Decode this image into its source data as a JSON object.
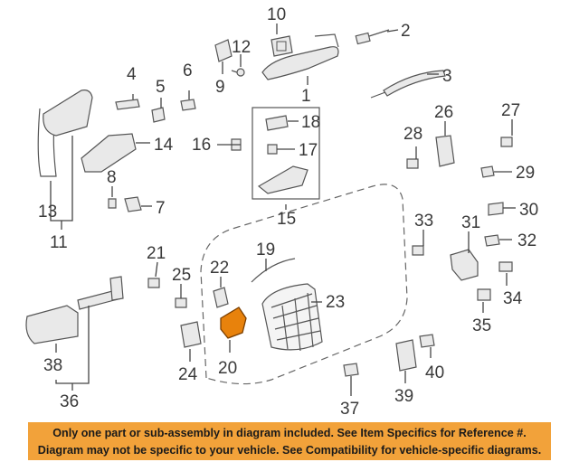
{
  "callouts": {
    "c1": "1",
    "c2": "2",
    "c3": "3",
    "c4": "4",
    "c5": "5",
    "c6": "6",
    "c7": "7",
    "c8": "8",
    "c9": "9",
    "c10": "10",
    "c11": "11",
    "c12": "12",
    "c13": "13",
    "c14": "14",
    "c15": "15",
    "c16": "16",
    "c17": "17",
    "c18": "18",
    "c19": "19",
    "c20": "20",
    "c21": "21",
    "c22": "22",
    "c23": "23",
    "c24": "24",
    "c25": "25",
    "c26": "26",
    "c27": "27",
    "c28": "28",
    "c29": "29",
    "c30": "30",
    "c31": "31",
    "c32": "32",
    "c33": "33",
    "c34": "34",
    "c35": "35",
    "c36": "36",
    "c37": "37",
    "c38": "38",
    "c39": "39",
    "c40": "40"
  },
  "highlight": {
    "part": "20",
    "color": "#e8820c"
  },
  "disclaimer": {
    "line1": "Only one part or sub-assembly in diagram included. See Item Specifics for Reference #.",
    "line2": "Diagram may not be specific to your vehicle. See Compatibility for vehicle-specific diagrams.",
    "background": "#f2a23a"
  }
}
